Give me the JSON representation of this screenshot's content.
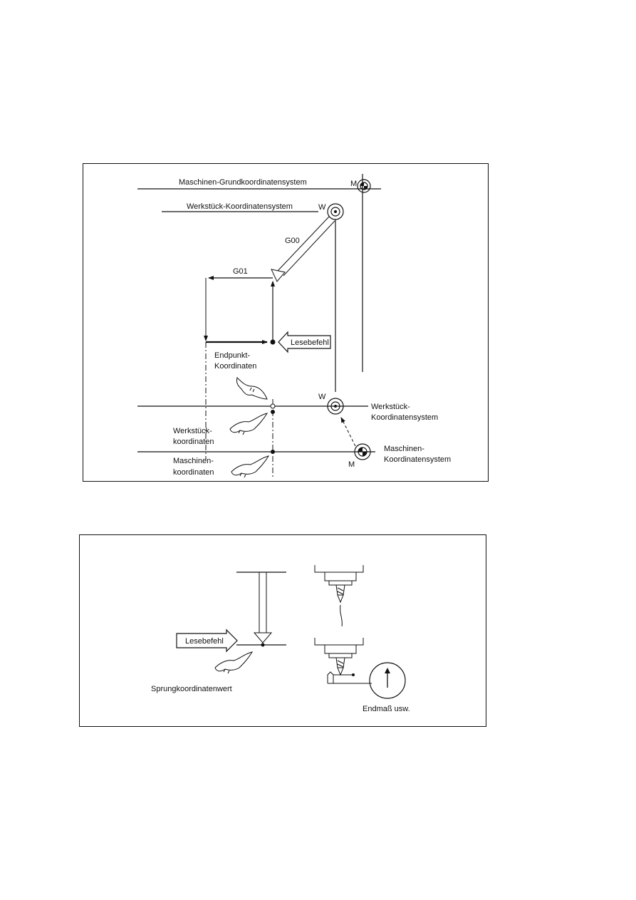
{
  "figure1": {
    "machine_base_system": "Maschinen-Grundkoordinatensystem",
    "workpiece_system_top": "Werkstück-Koordinatensystem",
    "marker_m": "M",
    "marker_w": "W",
    "g00": "G00",
    "g01": "G01",
    "read_command": "Lesebefehl",
    "endpoint_line1": "Endpunkt-",
    "endpoint_line2": "Koordinaten",
    "workpiece_coords_line1": "Werkstück-",
    "workpiece_coords_line2": "koordinaten",
    "machine_coords_line1": "Maschinen-",
    "machine_coords_line2": "koordinaten",
    "workpiece_system_right_line1": "Werkstück-",
    "workpiece_system_right_line2": "Koordinatensystem",
    "machine_system_right_line1": "Maschinen-",
    "machine_system_right_line2": "Koordinatensystem"
  },
  "figure2": {
    "read_command": "Lesebefehl",
    "jump_value": "Sprungkoordinatenwert",
    "gauge_label": "Endmaß usw."
  }
}
